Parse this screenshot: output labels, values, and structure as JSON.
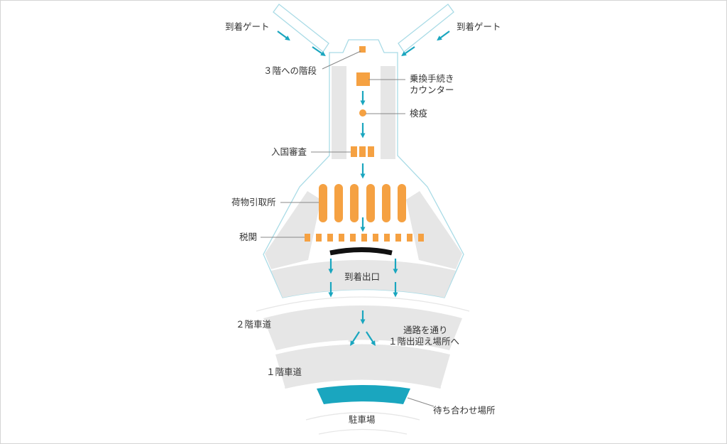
{
  "colors": {
    "wall": "#e6e6e6",
    "outline": "#a9dbe6",
    "facility": "#f5a142",
    "arrow": "#1aa6bf",
    "waiting_area": "#1aa6bf",
    "exit_bar": "#111111",
    "leader": "#888888",
    "text": "#333333"
  },
  "labels": {
    "arrival_gate_left": "到着ゲート",
    "arrival_gate_right": "到着ゲート",
    "stairs_3f": "３階への階段",
    "transfer_counter_line1": "乗換手続き",
    "transfer_counter_line2": "カウンター",
    "quarantine": "検疫",
    "immigration": "入国審査",
    "baggage_claim": "荷物引取所",
    "customs": "税関",
    "arrival_exit": "到着出口",
    "road_2f": "２階車道",
    "passage_line1": "通路を通り",
    "passage_line2": "１階出迎え場所へ",
    "road_1f": "１階車道",
    "meeting_place": "待ち合わせ場所",
    "parking": "駐車場"
  }
}
